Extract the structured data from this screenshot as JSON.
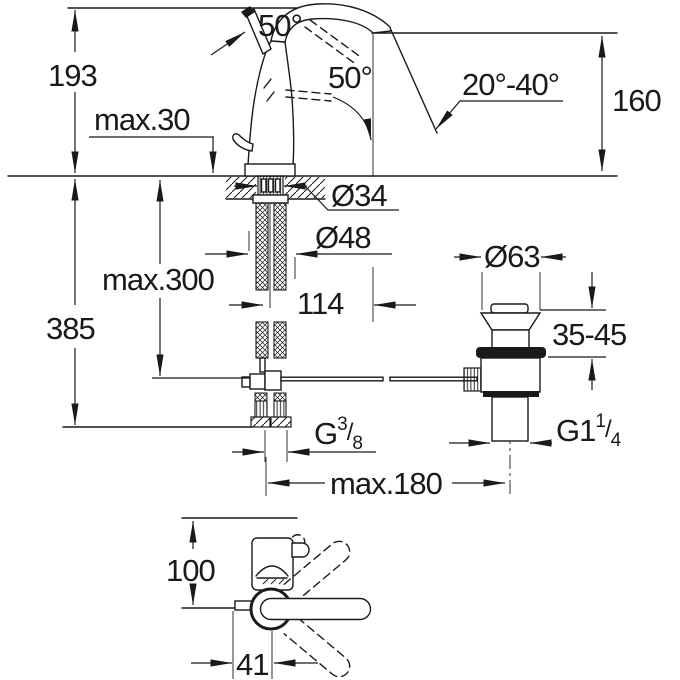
{
  "page": {
    "background": "#ffffff",
    "line_color": "#1a1a1a"
  },
  "labels": {
    "total_height": "193",
    "deck_thickness": "max.30",
    "handle_angle": "50°",
    "handle_swing": "50°",
    "spout_swivel_range": "20°-40°",
    "spout_height": "160",
    "shank_diameter": "Ø34",
    "base_diameter": "Ø48",
    "spout_reach": "114",
    "hose_drop": "max.300",
    "total_below_deck": "385",
    "waste_flange_diameter": "Ø63",
    "clamp_range": "35-45",
    "rod_reach": "max.180",
    "hose_thread": {
      "base": "G",
      "numerator": "3",
      "slash": "/",
      "denominator": "8"
    },
    "waste_thread": {
      "base": "G1",
      "numerator": "1",
      "slash": "/",
      "denominator": "4"
    },
    "top_view_reach": "100",
    "rod_offset": "41"
  }
}
